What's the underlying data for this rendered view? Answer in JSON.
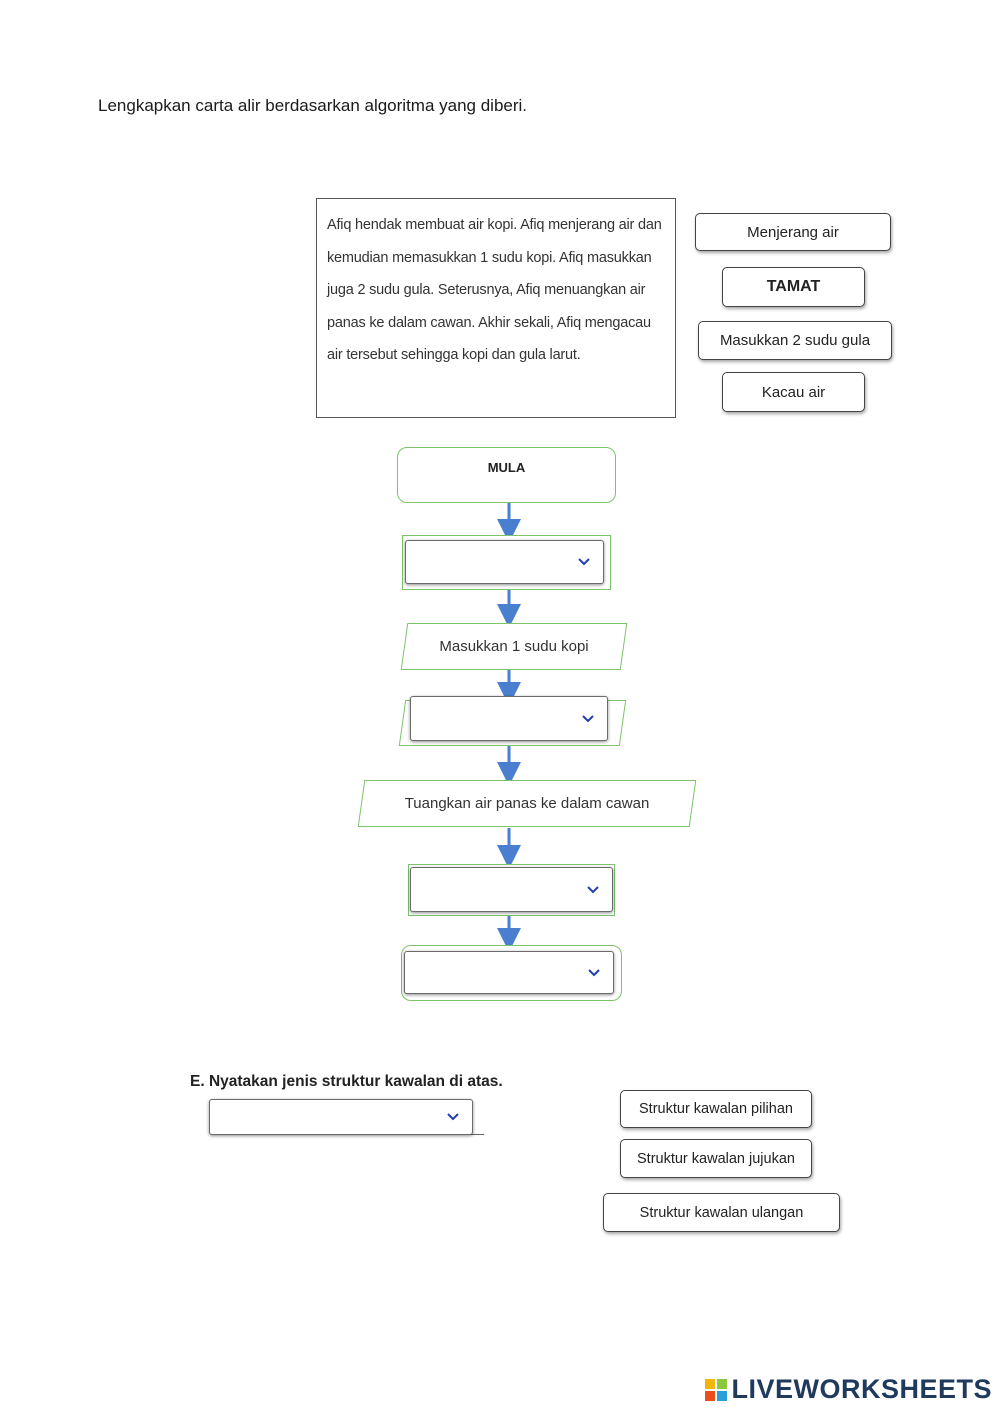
{
  "instruction": "Lengkapkan carta alir berdasarkan algoritma yang diberi.",
  "story": "Afiq hendak membuat air kopi. Afiq menjerang air dan kemudian memasukkan 1 sudu kopi. Afiq masukkan juga 2 sudu gula. Seterusnya, Afiq menuangkan air panas ke dalam cawan. Akhir sekali, Afiq mengacau air tersebut sehingga kopi dan gula larut.",
  "options": {
    "menjerang": "Menjerang air",
    "tamat": "TAMAT",
    "gula": "Masukkan 2 sudu gula",
    "kacau": "Kacau air"
  },
  "flowchart": {
    "start": "MULA",
    "step_kopi": "Masukkan 1 sudu kopi",
    "step_tuang": "Tuangkan air panas ke dalam cawan",
    "dropdowns": [
      "",
      "",
      "",
      ""
    ]
  },
  "section_e": {
    "heading": "E.  Nyatakan jenis struktur kawalan di atas.",
    "answer": "",
    "options": [
      "Struktur kawalan pilihan",
      "Struktur kawalan jujukan",
      "Struktur kawalan ulangan"
    ]
  },
  "brand": "LIVEWORKSHEETS",
  "colors": {
    "arrow": "#4a7fd0",
    "shape_border": "#7cc36b",
    "chevron": "#1f3fb0"
  }
}
